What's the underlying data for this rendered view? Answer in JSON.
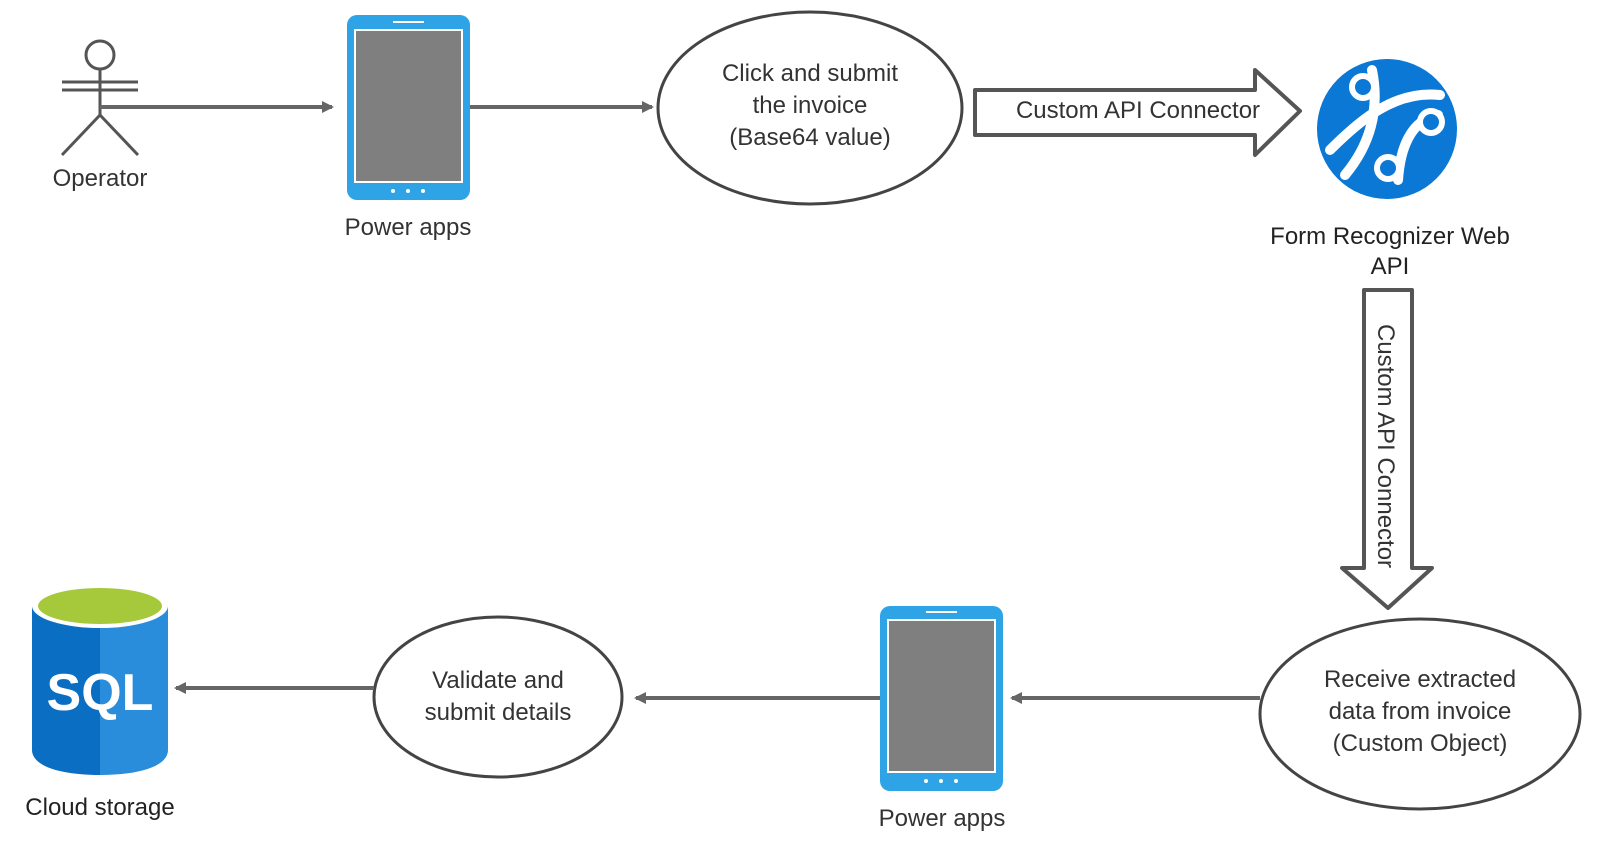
{
  "nodes": {
    "operator": {
      "label": "Operator"
    },
    "power_apps_top": {
      "label": "Power apps"
    },
    "submit_invoice": {
      "lines": [
        "Click and submit",
        "the invoice",
        "(Base64 value)"
      ]
    },
    "form_recognizer": {
      "lines": [
        "Form Recognizer  Web",
        "API"
      ]
    },
    "receive_data": {
      "lines": [
        "Receive extracted",
        "data from invoice",
        "(Custom Object)"
      ]
    },
    "power_apps_bottom": {
      "label": "Power apps"
    },
    "validate_submit": {
      "lines": [
        "Validate and",
        "submit details"
      ]
    },
    "cloud_storage": {
      "label": "Cloud storage",
      "badge": "SQL"
    }
  },
  "connectors": {
    "top_connector": {
      "label": "Custom API Connector"
    },
    "down_connector": {
      "label": "Custom API Connector"
    }
  },
  "colors": {
    "device_blue": "#2ea3e6",
    "device_screen": "#7f7f7f",
    "globe_blue": "#0a78d4",
    "sql_blue_left": "#0a6fc2",
    "sql_blue_right": "#2a8ddb",
    "sql_top_green": "#a5c93a",
    "arrow_gray": "#666666"
  },
  "icons": {
    "operator": "stick-figure-icon",
    "device": "tablet-icon",
    "globe": "web-api-globe-icon",
    "database": "sql-database-icon"
  }
}
